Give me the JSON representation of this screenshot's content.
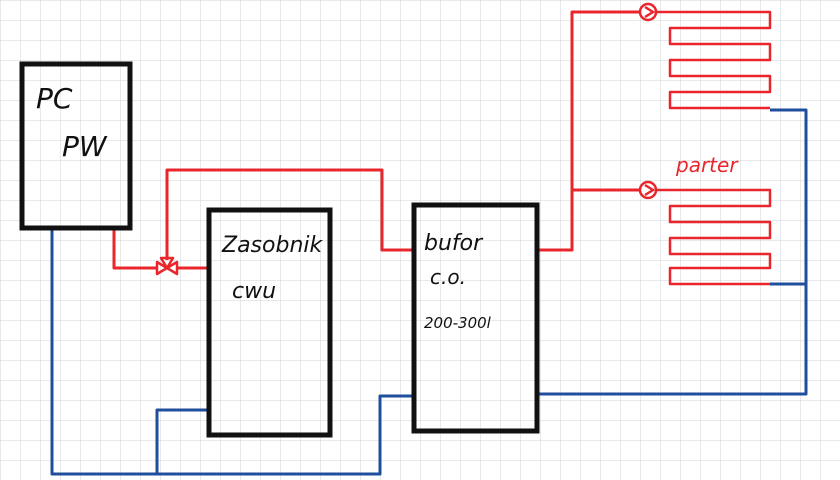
{
  "colors": {
    "background": "#ffffff",
    "grid": "#cfd3da",
    "supply": "#e8262b",
    "return": "#1f4e9c",
    "box": "#111111"
  },
  "units": {
    "heat_pump": {
      "line1": "PC",
      "line2": "PW"
    },
    "dhw_tank": {
      "line1": "Zasobnik",
      "line2": "cwu"
    },
    "buffer": {
      "line1": "bufor",
      "line2": "c.o.",
      "line3": "200-300l"
    }
  },
  "zones": {
    "ground_floor": {
      "label": "parter"
    }
  },
  "icons": {
    "valve": "three-way-valve-icon",
    "pump": "circulation-pump-icon"
  }
}
